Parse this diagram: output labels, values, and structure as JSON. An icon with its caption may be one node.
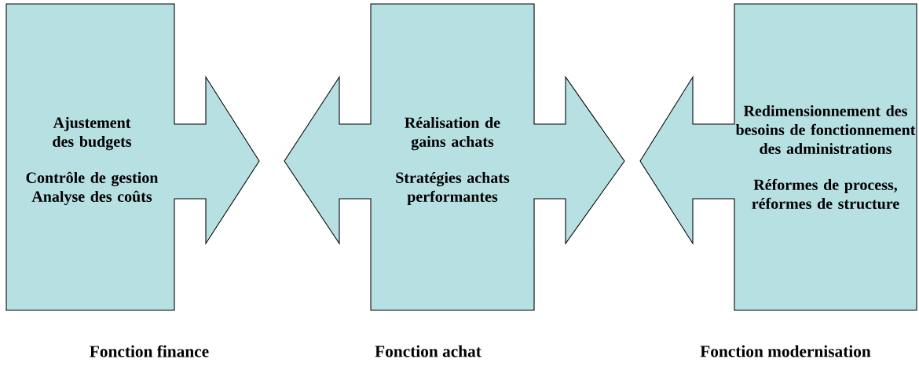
{
  "diagram": {
    "nodes": [
      {
        "text": [
          "Ajustement des budgets",
          "Contrôle de gestion",
          "Analyse des coûts"
        ],
        "beside": [
          "Fonction finance"
        ]
      },
      {
        "text": [
          "Réalisation de gains achats",
          "Stratégies achats performantes"
        ],
        "beside": [
          "Fonction achat"
        ]
      },
      {
        "text": [
          "Redimensionnement des besoins de fonctionnement des administrations",
          "Réformes de process, réformes de structure"
        ],
        "beside": [
          "Fonction modernisation"
        ]
      }
    ]
  }
}
